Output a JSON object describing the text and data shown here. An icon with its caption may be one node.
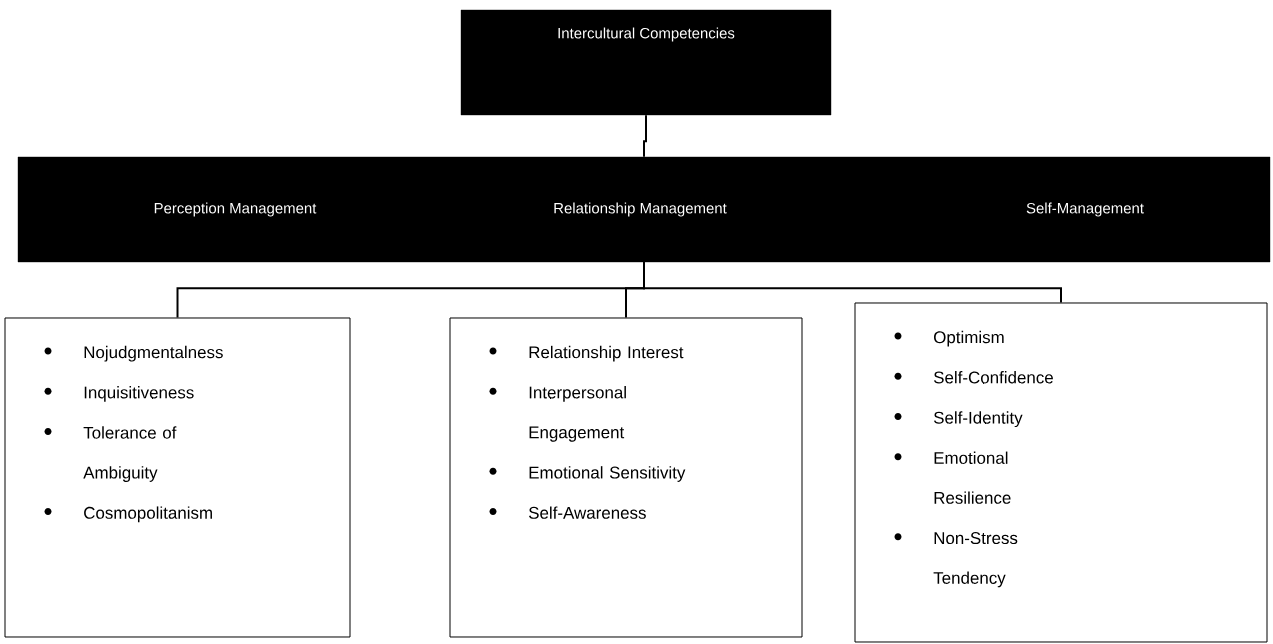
{
  "diagram": {
    "nodes": [
      {
        "text": [
          "Intercultural Competencies"
        ]
      },
      {
        "text": [
          "Perception Management",
          "Relationship Management",
          "Self-Management"
        ]
      },
      {
        "text": [
          "Nojudgmentalness",
          "Inquisitiveness",
          "Tolerance of Ambiguity",
          "Cosmopolitanism"
        ]
      },
      {
        "text": [
          "Relationship Interest",
          "Interpersonal Engagement",
          "Emotional Sensitivity",
          "Self-Awareness"
        ]
      },
      {
        "text": [
          "Optimism",
          "Self-Confidence",
          "Self-Identity",
          "Emotional Resilience",
          "Non-Stress Tendency"
        ]
      }
    ],
    "edges": [
      {
        "from": 0,
        "to": 1,
        "arrow": "none"
      },
      {
        "from": 1,
        "to": 2,
        "arrow": "none"
      },
      {
        "from": 1,
        "to": 3,
        "arrow": "none"
      },
      {
        "from": 1,
        "to": 4,
        "arrow": "none"
      }
    ]
  }
}
